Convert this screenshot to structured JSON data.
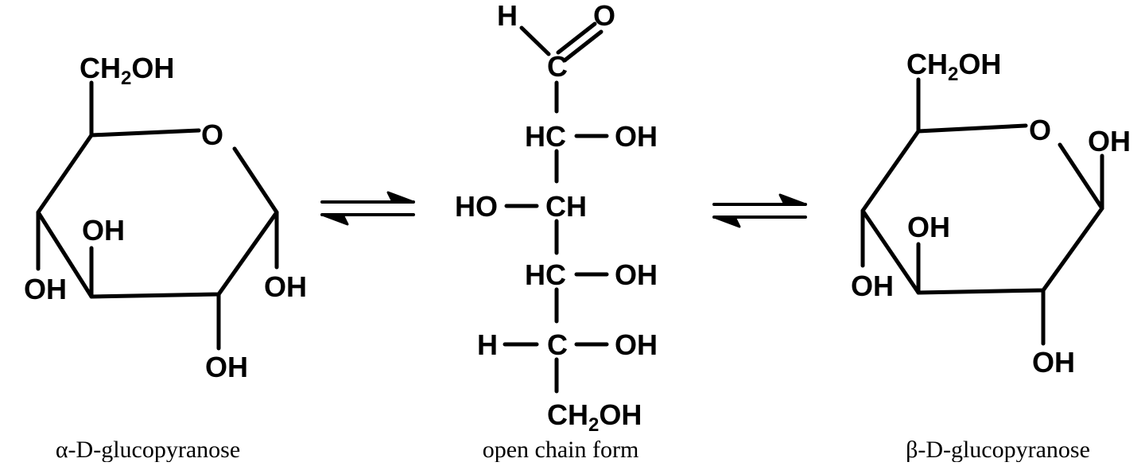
{
  "alpha": {
    "ring_oxygen": "O",
    "ch2oh_c": "CH",
    "ch2oh_sub": "2",
    "ch2oh_oh": "OH",
    "oh_c4": "OH",
    "oh_c3": "OH",
    "oh_c1": "OH",
    "oh_c2": "OH",
    "caption": "α-D-glucopyranose"
  },
  "open_chain": {
    "h_ald": "H",
    "o_ald": "O",
    "c1": "C",
    "c2": "HC",
    "oh2": "OH",
    "oh3": "HO",
    "c3": "CH",
    "c4": "HC",
    "oh4": "OH",
    "h5": "H",
    "c5": "C",
    "oh5": "OH",
    "ch2oh_c": "CH",
    "ch2oh_sub": "2",
    "ch2oh_oh": "OH",
    "caption": "open chain form"
  },
  "beta": {
    "ring_oxygen": "O",
    "ch2oh_c": "CH",
    "ch2oh_sub": "2",
    "ch2oh_oh": "OH",
    "oh_c1": "OH",
    "oh_c3": "OH",
    "oh_c4": "OH",
    "oh_c2": "OH",
    "caption": "β-D-glucopyranose"
  },
  "colors": {
    "ink": "#000000",
    "background": "#ffffff"
  }
}
